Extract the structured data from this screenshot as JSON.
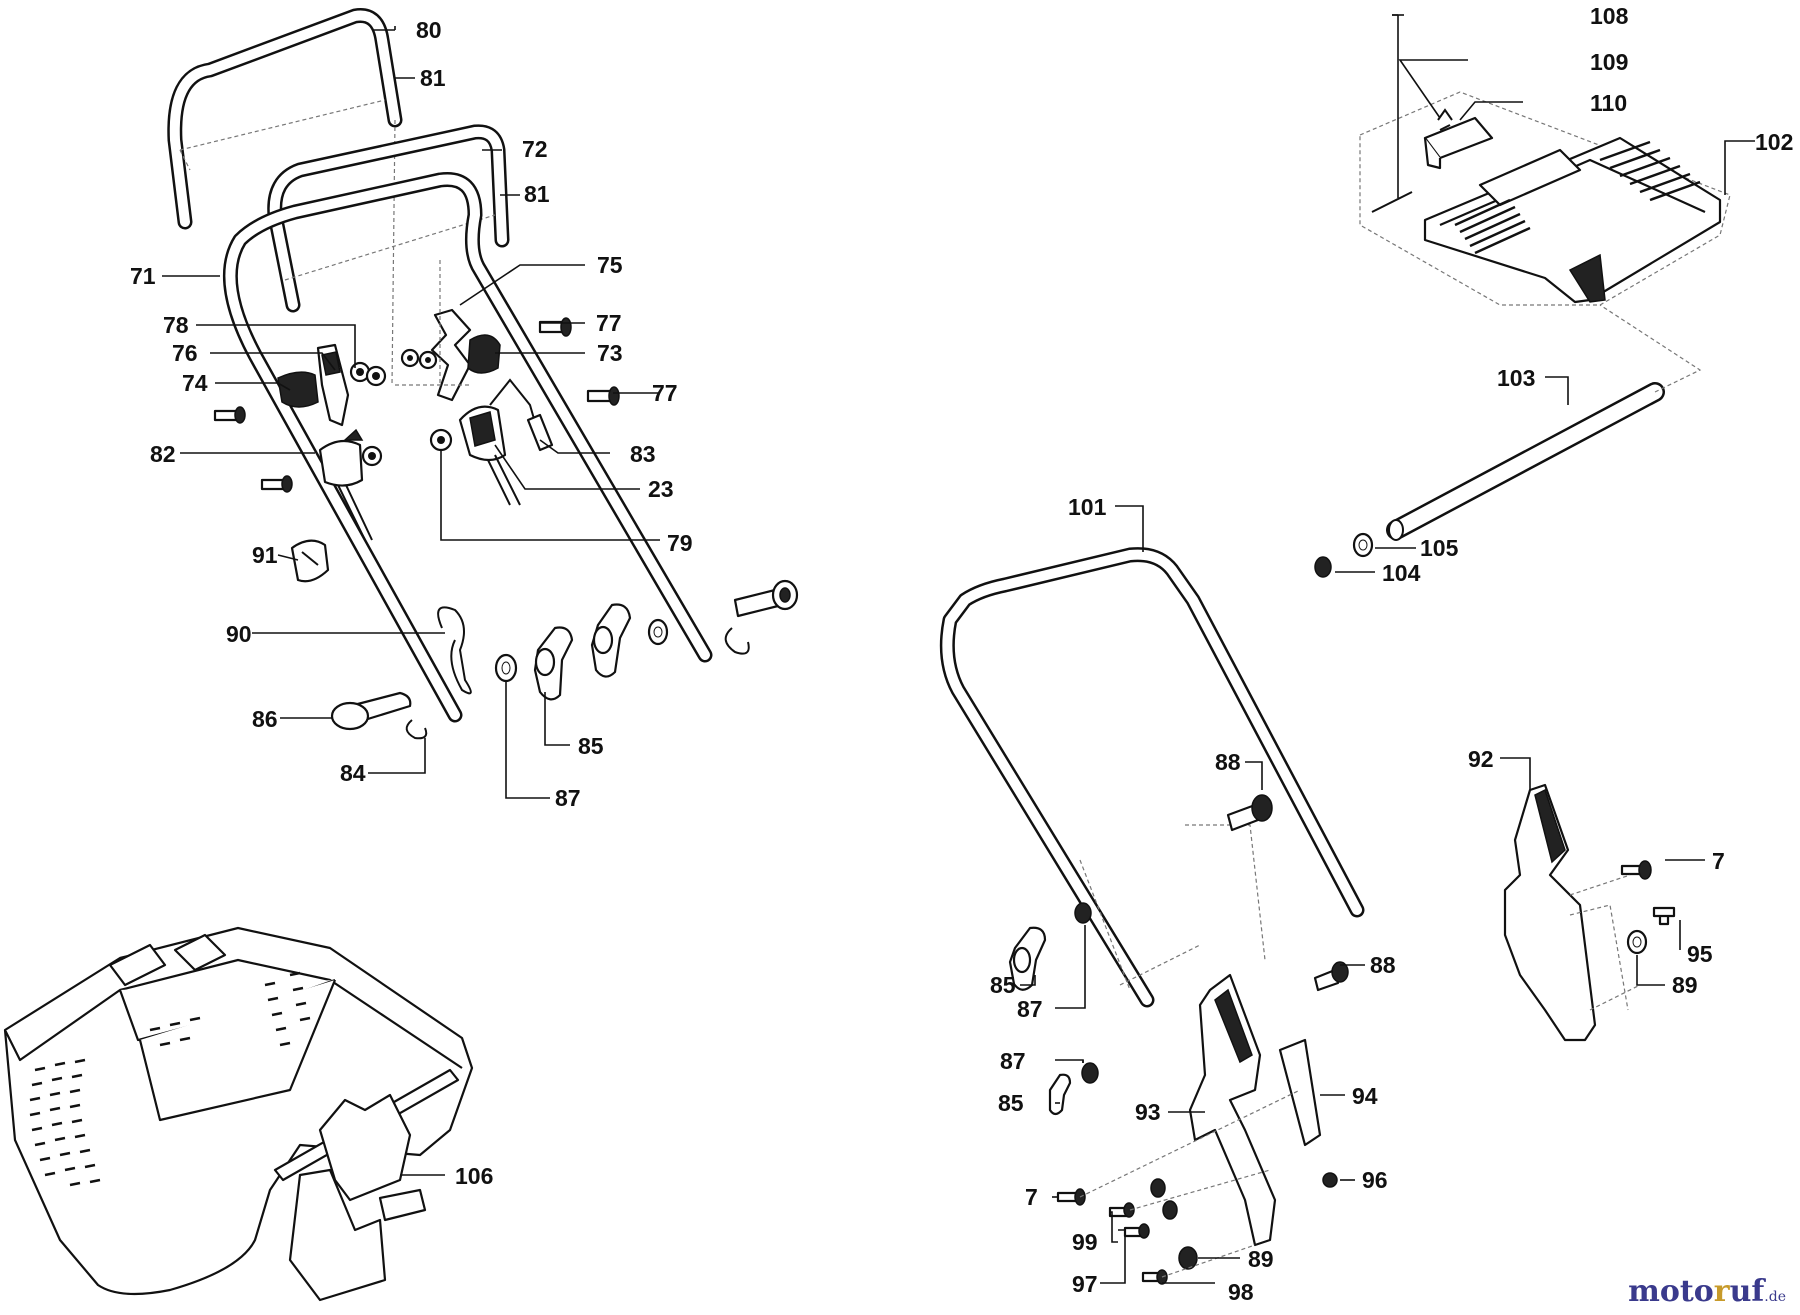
{
  "labels": {
    "l80": "80",
    "l81a": "81",
    "l72": "72",
    "l81b": "81",
    "l71": "71",
    "l75": "75",
    "l78": "78",
    "l77a": "77",
    "l76": "76",
    "l73": "73",
    "l74": "74",
    "l77b": "77",
    "l82": "82",
    "l83": "83",
    "l23": "23",
    "l79": "79",
    "l91": "91",
    "l90": "90",
    "l86": "86",
    "l85a": "85",
    "l84": "84",
    "l87a": "87",
    "l108": "108",
    "l109": "109",
    "l110": "110",
    "l102": "102",
    "l103": "103",
    "l105": "105",
    "l104": "104",
    "l101": "101",
    "l88a": "88",
    "l92": "92",
    "l7a": "7",
    "l95": "95",
    "l89a": "89",
    "l85b": "85",
    "l87b": "87",
    "l88b": "88",
    "l87c": "87",
    "l85c": "85",
    "l93": "93",
    "l94": "94",
    "l96": "96",
    "l7b": "7",
    "l99": "99",
    "l89b": "89",
    "l97": "97",
    "l98": "98",
    "l106": "106"
  },
  "watermark": {
    "brand_pre": "moto",
    "brand_o": "r",
    "brand_post": "uf",
    "tld": ".de"
  }
}
